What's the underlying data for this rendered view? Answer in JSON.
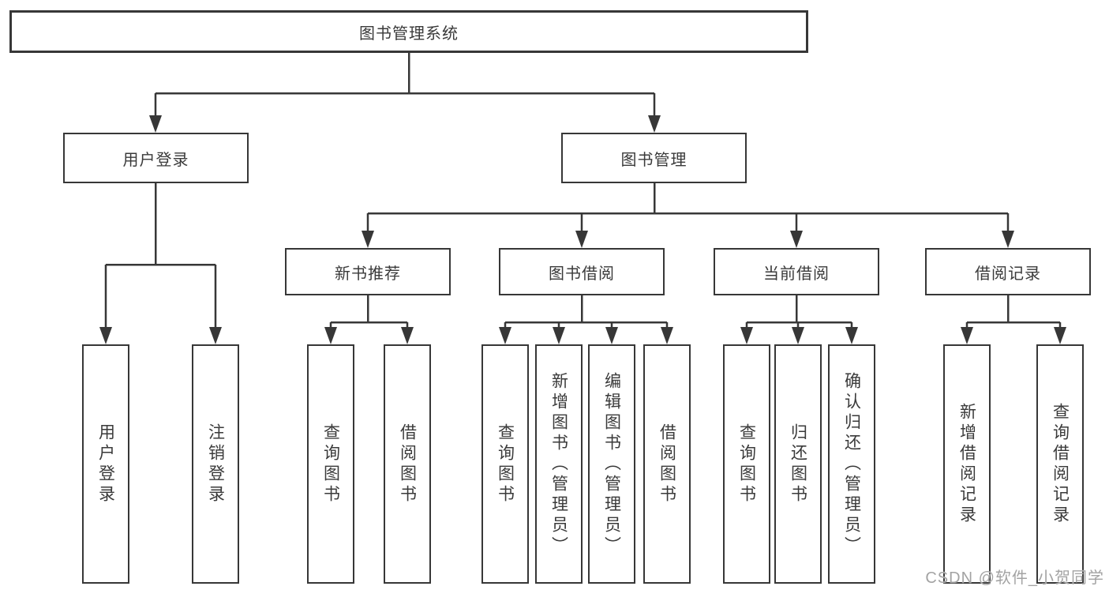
{
  "diagram_title": "图书管理系统",
  "nodes": {
    "root": "图书管理系统",
    "level2": [
      "用户登录",
      "图书管理"
    ],
    "level3": [
      "新书推荐",
      "图书借阅",
      "当前借阅",
      "借阅记录"
    ],
    "leaves": [
      "用户登录",
      "注销登录",
      "查询图书",
      "借阅图书",
      "查询图书",
      "新增图书（管理员）",
      "编辑图书（管理员）",
      "借阅图书",
      "查询图书",
      "归还图书",
      "确认归还（管理员）",
      "新增借阅记录",
      "查询借阅记录"
    ]
  },
  "watermark": "CSDN @软件_小贺同学",
  "colors": {
    "line": "#373737",
    "box_border": "#373737",
    "text": "#3a3a3a",
    "watermark": "#a3a3a3",
    "background": "#ffffff"
  }
}
